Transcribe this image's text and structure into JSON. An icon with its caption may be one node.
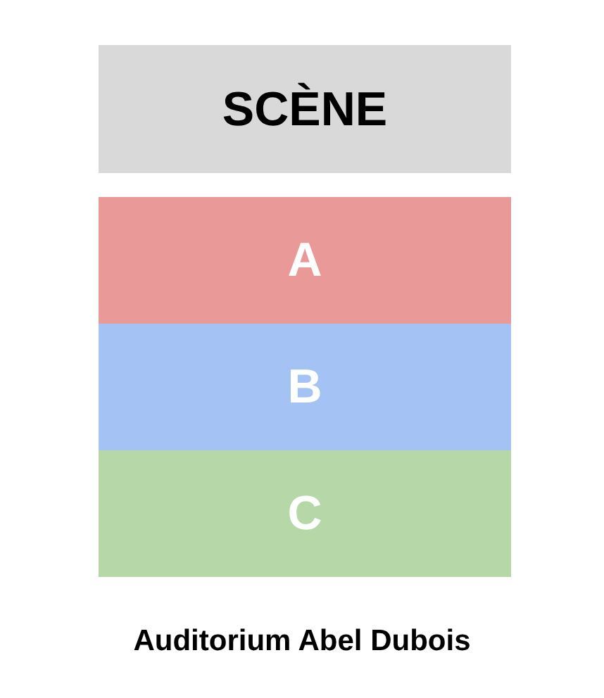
{
  "diagram": {
    "caption": "Auditorium Abel Dubois",
    "nodes": [
      {
        "text": [
          "SCÈNE"
        ]
      },
      {
        "text": [
          "A"
        ]
      },
      {
        "text": [
          "B"
        ]
      },
      {
        "text": [
          "C"
        ]
      }
    ],
    "edges": []
  }
}
